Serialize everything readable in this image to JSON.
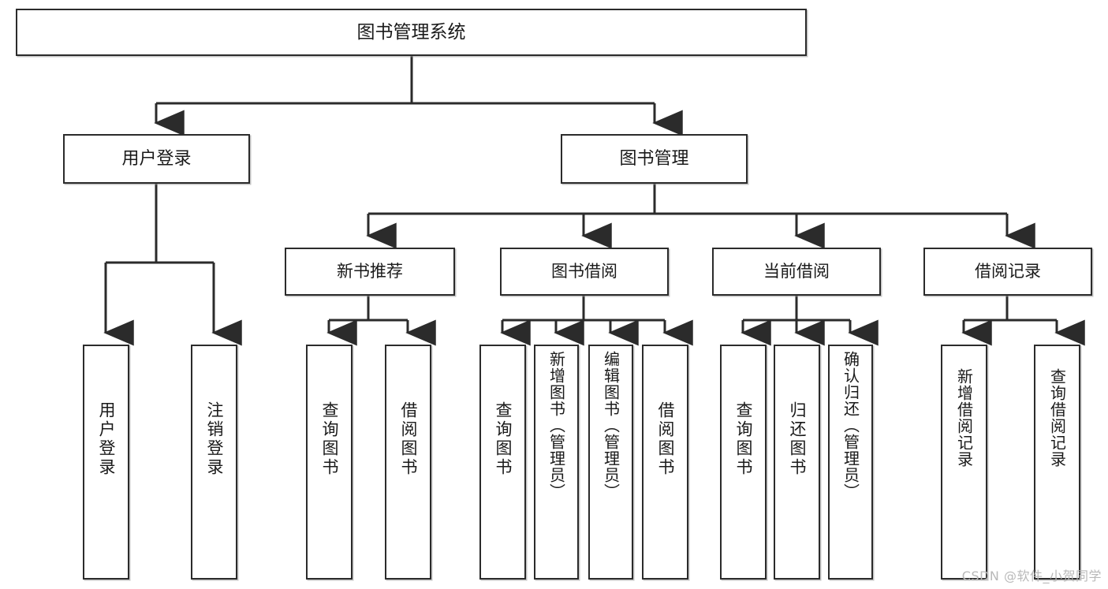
{
  "diagram": {
    "type": "tree",
    "title": "图书管理系统",
    "watermark": "CSDN @软件_小贺同学",
    "colors": {
      "stroke": "#2b2b2b",
      "fill": "#ffffff",
      "text": "#1a1a1a",
      "watermark": "#b9b9b9"
    },
    "nodes": {
      "root": {
        "label": "图书管理系统"
      },
      "level1": [
        {
          "id": "user-login",
          "label": "用户登录"
        },
        {
          "id": "book-management",
          "label": "图书管理"
        }
      ],
      "level2": [
        {
          "id": "new-book-recommend",
          "label": "新书推荐"
        },
        {
          "id": "book-borrow",
          "label": "图书借阅"
        },
        {
          "id": "current-borrow",
          "label": "当前借阅"
        },
        {
          "id": "borrow-record",
          "label": "借阅记录"
        }
      ],
      "leaves": {
        "user-login": [
          {
            "id": "leaf-user-login",
            "label": "用户登录"
          },
          {
            "id": "leaf-logout",
            "label": "注销登录"
          }
        ],
        "new-book-recommend": [
          {
            "id": "leaf-query-book-1",
            "label": "查询图书"
          },
          {
            "id": "leaf-borrow-book-1",
            "label": "借阅图书"
          }
        ],
        "book-borrow": [
          {
            "id": "leaf-query-book-2",
            "label": "查询图书"
          },
          {
            "id": "leaf-add-book",
            "label": "新增图书（管理员）"
          },
          {
            "id": "leaf-edit-book",
            "label": "编辑图书（管理员）"
          },
          {
            "id": "leaf-borrow-book-2",
            "label": "借阅图书"
          }
        ],
        "current-borrow": [
          {
            "id": "leaf-query-book-3",
            "label": "查询图书"
          },
          {
            "id": "leaf-return-book",
            "label": "归还图书"
          },
          {
            "id": "leaf-confirm-return",
            "label": "确认归还（管理员）"
          }
        ],
        "borrow-record": [
          {
            "id": "leaf-add-record",
            "label": "新增借阅记录"
          },
          {
            "id": "leaf-query-record",
            "label": "查询借阅记录"
          }
        ]
      }
    }
  }
}
